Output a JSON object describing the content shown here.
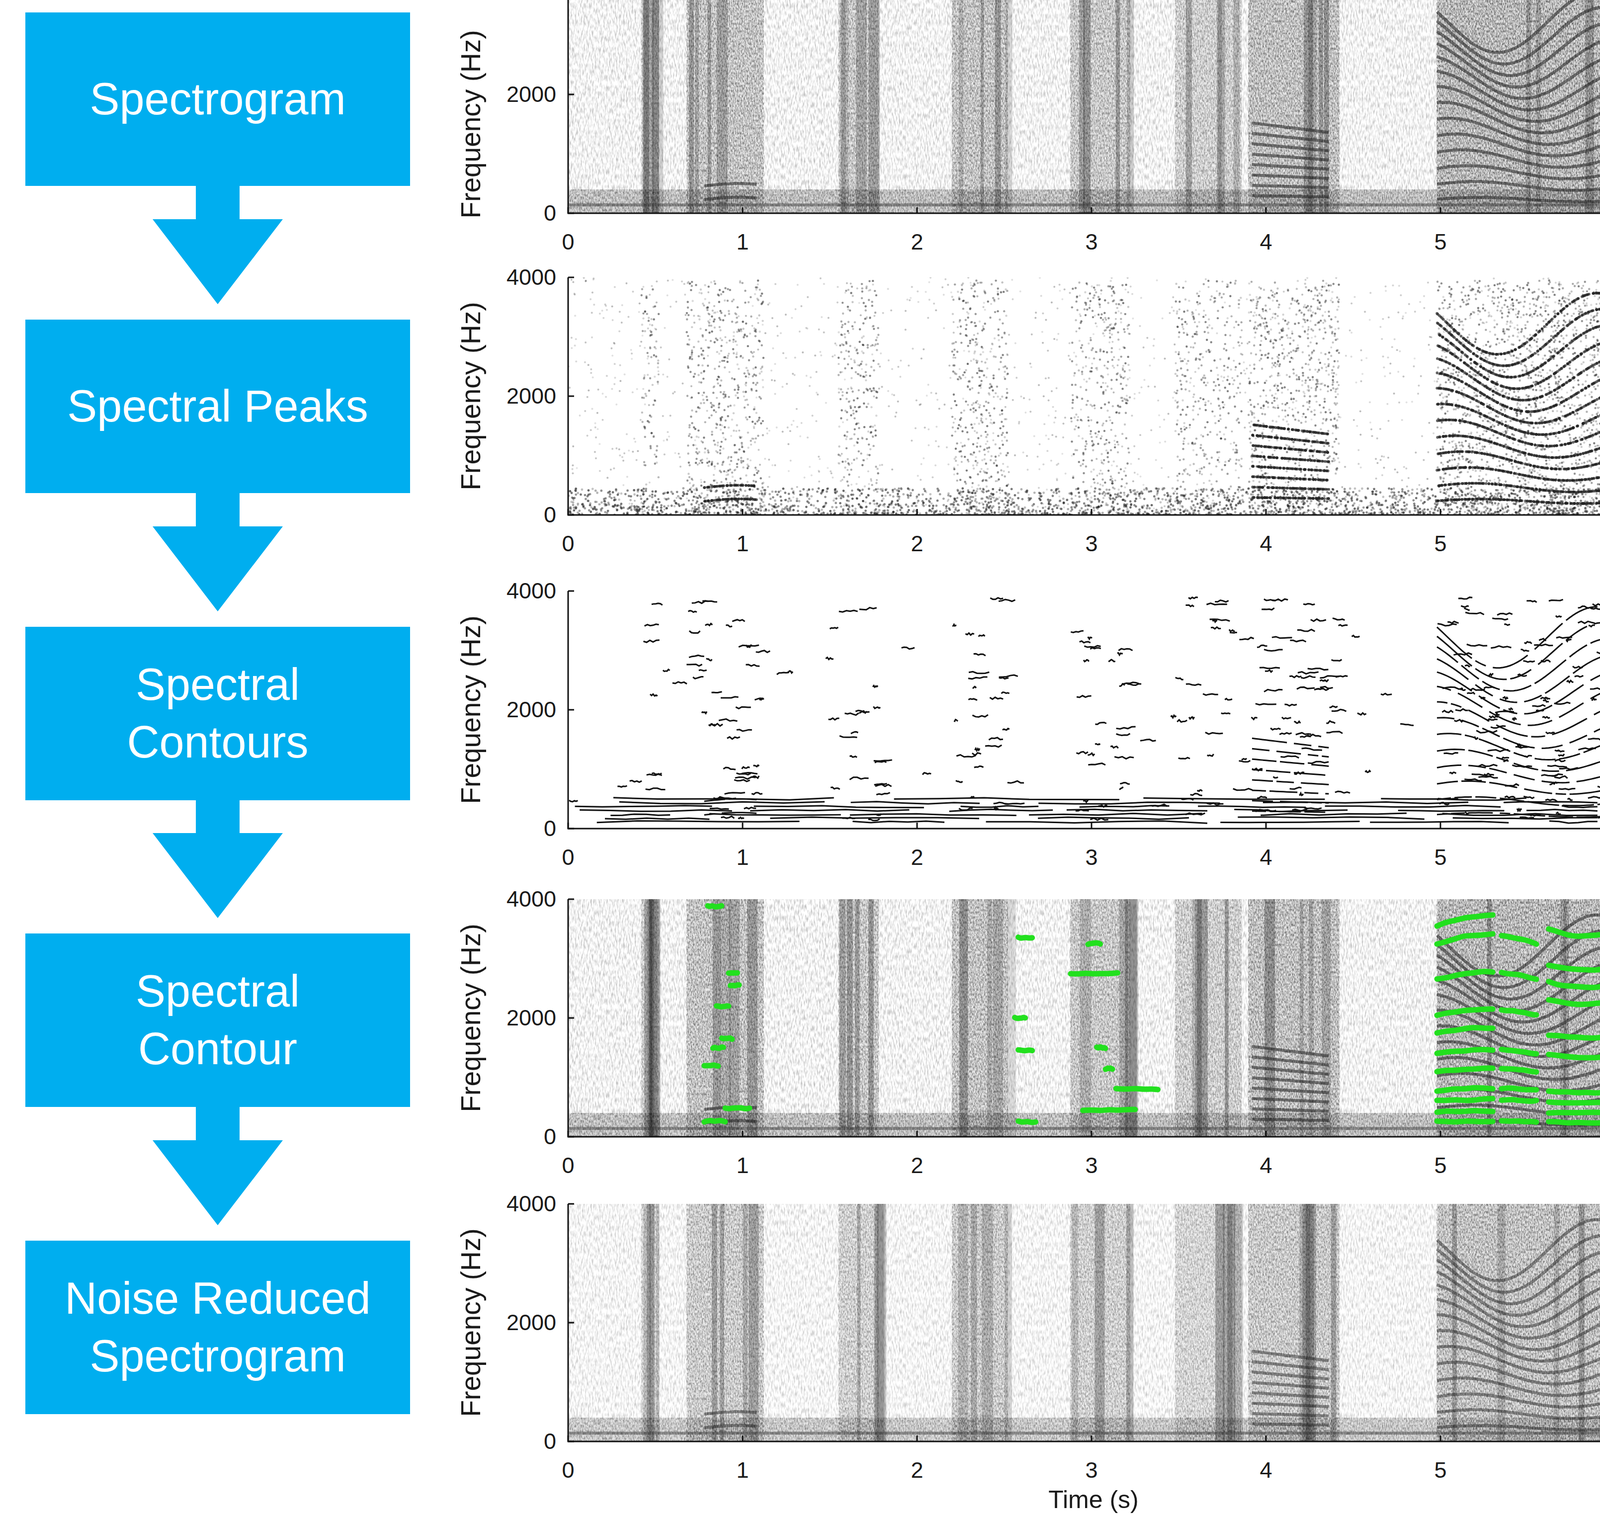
{
  "diagram": {
    "nodes": [
      {
        "text": [
          "Spectrogram"
        ]
      },
      {
        "text": [
          "Spectral Peaks"
        ]
      },
      {
        "text": [
          "Spectral Contours"
        ]
      },
      {
        "text": [
          "Spectral Contour"
        ]
      },
      {
        "text": [
          "Noise Reduced Spectrogram"
        ]
      }
    ],
    "edges": [
      {
        "from": 0,
        "to": 1,
        "arrow": "to"
      },
      {
        "from": 1,
        "to": 2,
        "arrow": "to"
      },
      {
        "from": 2,
        "to": 3,
        "arrow": "to"
      },
      {
        "from": 3,
        "to": 4,
        "arrow": "to"
      }
    ],
    "labels": [
      "Frequency (Hz)",
      "2000",
      "0",
      "0",
      "1",
      "2",
      "3",
      "4",
      "5",
      "Frequency (Hz)",
      "4000",
      "2000",
      "0",
      "0",
      "1",
      "2",
      "3",
      "4",
      "5",
      "Frequency (Hz)",
      "4000",
      "2000",
      "0",
      "0",
      "1",
      "2",
      "3",
      "4",
      "5",
      "Frequency (Hz)",
      "4000",
      "2000",
      "0",
      "0",
      "1",
      "2",
      "3",
      "4",
      "5",
      "Frequency (Hz)",
      "4000",
      "2000",
      "0",
      "0",
      "1",
      "2",
      "3",
      "4",
      "5",
      "Time (s)"
    ]
  }
}
